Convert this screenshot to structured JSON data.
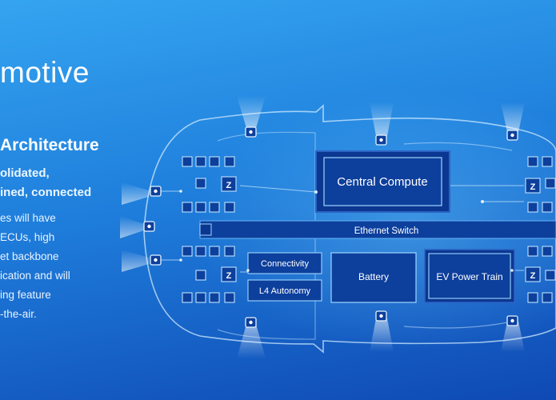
{
  "title": "motive",
  "subtitle": "Architecture",
  "tagline": [
    "olidated,",
    "ined, connected"
  ],
  "description": [
    "es will have",
    "ECUs, high",
    "et backbone",
    "ication and will",
    "ing feature",
    "-the-air."
  ],
  "diagram": {
    "central_compute": "Central Compute",
    "ethernet_switch": "Ethernet Switch",
    "connectivity": "Connectivity",
    "autonomy": "L4 Autonomy",
    "battery": "Battery",
    "powertrain": "EV Power Train",
    "zone_label": "Z"
  },
  "colors": {
    "accent": "#1f7fdc",
    "box": "#0d3f9c",
    "box_border": "#9fd6ff"
  }
}
